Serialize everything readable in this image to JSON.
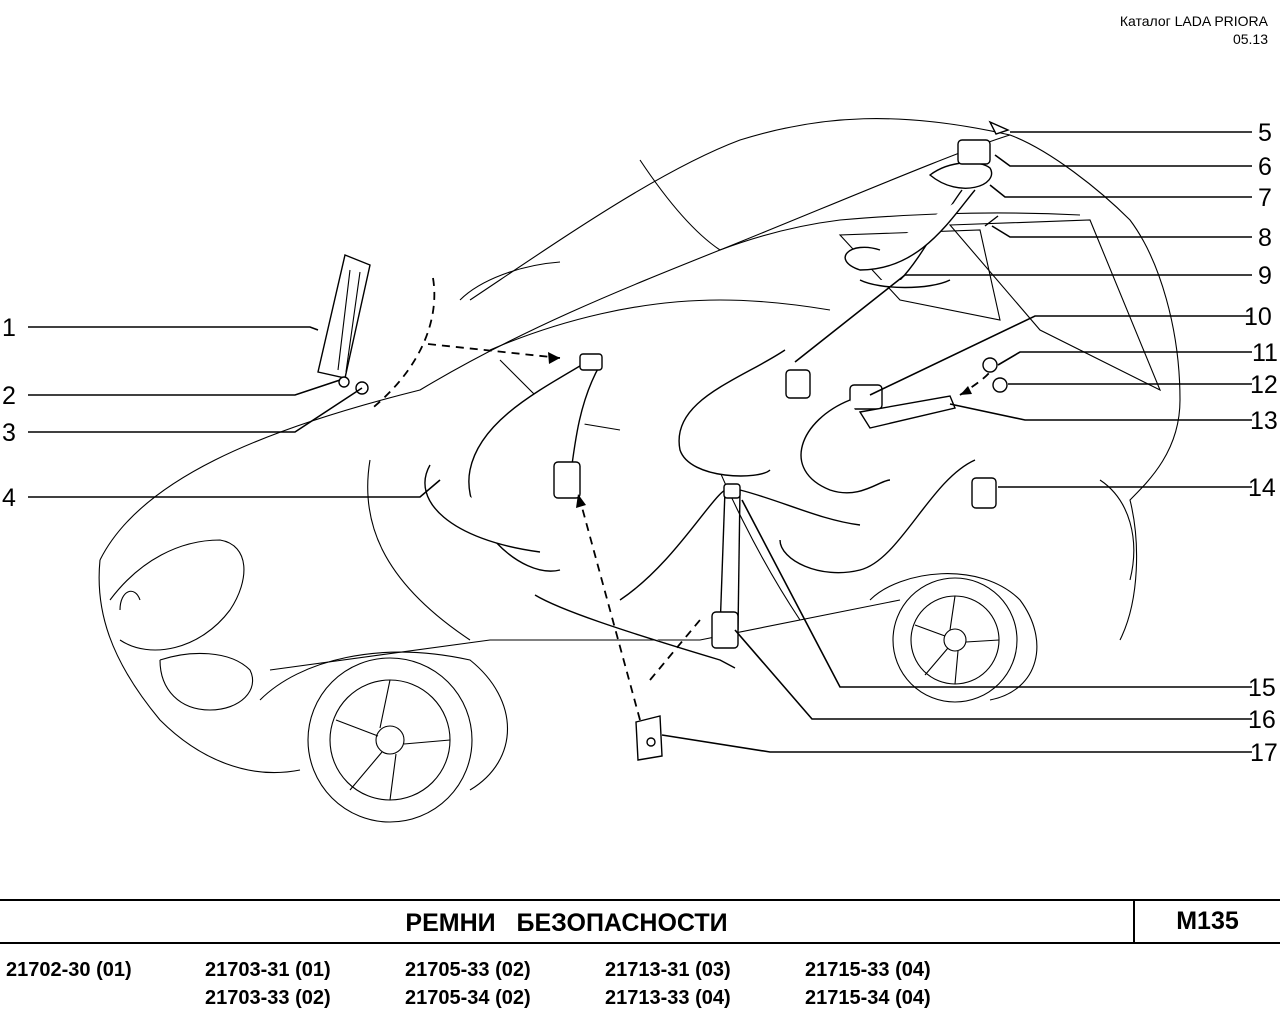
{
  "header": {
    "catalog": "Каталог  LADA  PRIORA",
    "date": "05.13"
  },
  "callouts": [
    "1",
    "2",
    "3",
    "4",
    "5",
    "6",
    "7",
    "8",
    "9",
    "10",
    "11",
    "12",
    "13",
    "14",
    "15",
    "16",
    "17"
  ],
  "title": "РЕМНИ   БЕЗОПАСНОСТИ",
  "page_code": "М135",
  "models": [
    [
      "21702-30 (01)"
    ],
    [
      "21703-31 (01)",
      "21703-33 (02)"
    ],
    [
      "21705-33 (02)",
      "21705-34 (02)"
    ],
    [
      "21713-31  (03)",
      "21713-33  (04)"
    ],
    [
      "21715-33  (04)",
      "21715-34  (04)"
    ]
  ]
}
